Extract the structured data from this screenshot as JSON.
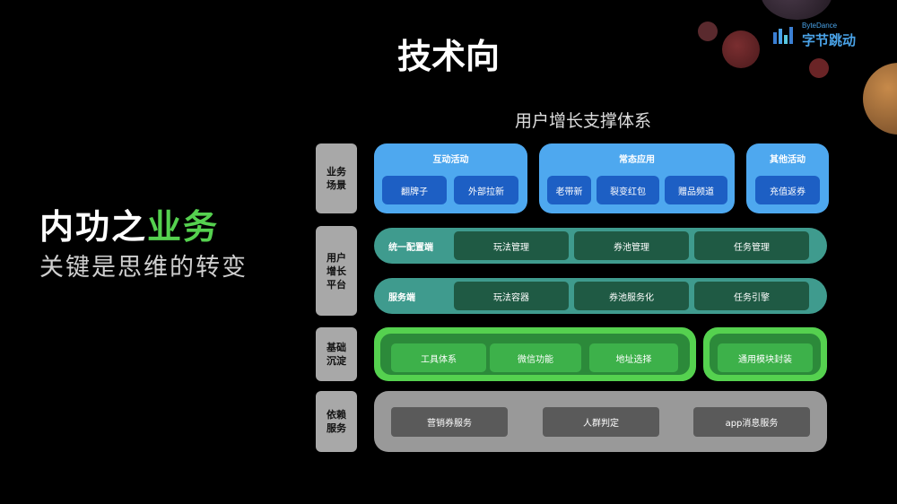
{
  "logo": {
    "brand_en": "ByteDance",
    "brand_cn": "字节跳动"
  },
  "title": "技术向",
  "diagram_title": "用户增长支撑体系",
  "left": {
    "head_part1": "内功之",
    "head_highlight": "业务",
    "subtitle": "关键是思维的转变"
  },
  "rows": {
    "business": {
      "label": "业务场景",
      "groups": [
        {
          "title": "互动活动",
          "items": [
            "翻牌子",
            "外部拉新"
          ]
        },
        {
          "title": "常态应用",
          "items": [
            "老带新",
            "裂变红包",
            "赠品频道"
          ]
        },
        {
          "title": "其他活动",
          "items": [
            "充值返券"
          ]
        }
      ]
    },
    "platform": {
      "label": "用户增长平台",
      "config": {
        "title": "统一配置端",
        "items": [
          "玩法管理",
          "券池管理",
          "任务管理"
        ]
      },
      "service": {
        "title": "服务端",
        "items": [
          "玩法容器",
          "券池服务化",
          "任务引擎"
        ]
      }
    },
    "foundation": {
      "label": "基础沉淀",
      "items": [
        "工具体系",
        "微信功能",
        "地址选择"
      ],
      "extra": "通用模块封装"
    },
    "dependency": {
      "label": "依赖服务",
      "items": [
        "营销券服务",
        "人群判定",
        "app消息服务"
      ]
    }
  },
  "colors": {
    "blue_panel": "#4ea8ef",
    "blue_chip": "#1d5fc4",
    "teal_panel": "#3f9b8e",
    "teal_chip": "#1f5a44",
    "green_outer": "#55d14f",
    "green_inner": "#2c8a3a",
    "green_chip": "#3db14a",
    "gray_panel": "#999999",
    "gray_chip": "#5a5a5a",
    "highlight": "#55d14f"
  }
}
